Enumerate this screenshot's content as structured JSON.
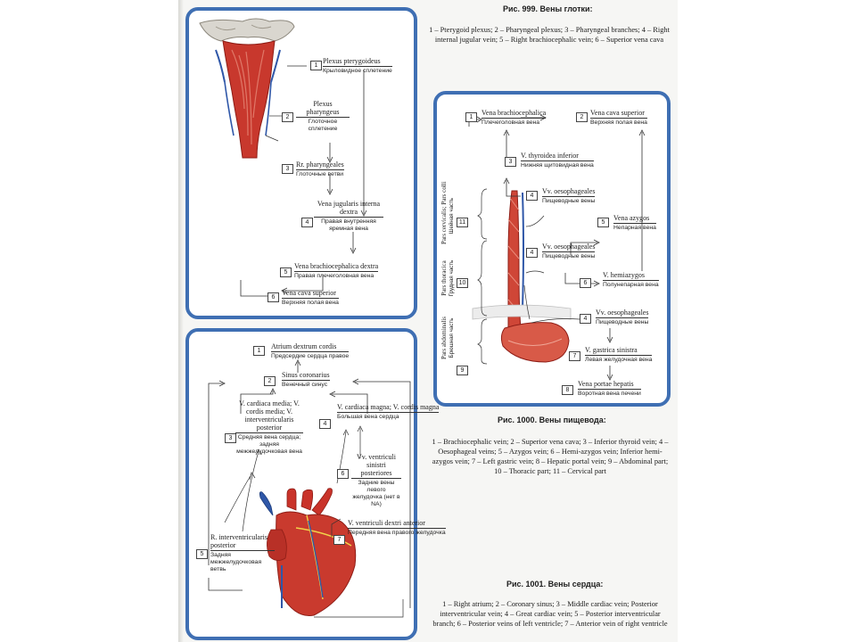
{
  "fig999": {
    "title": "Рис. 999. Вены глотки:",
    "text": "1 – Pterygoid plexus; 2 – Pharyngeal plexus; 3 – Pharyngeal branches; 4 – Right internal jugular vein; 5 – Right brachiocephalic vein; 6 – Superior vena cava",
    "labels": [
      {
        "n": "1",
        "lat": "Plexus pterygoideus",
        "rus": "Крыловидное сплетение"
      },
      {
        "n": "2",
        "lat": "Plexus pharyngeus",
        "rus": "Глоточное сплетение"
      },
      {
        "n": "3",
        "lat": "Rr. pharyngeales",
        "rus": "Глоточные ветви"
      },
      {
        "n": "4",
        "lat": "Vena jugularis interna dextra",
        "rus": "Правая внутренняя яремная вена"
      },
      {
        "n": "5",
        "lat": "Vena brachiocephalica dextra",
        "rus": "Правая плечеголовная вена"
      },
      {
        "n": "6",
        "lat": "Vena cava superior",
        "rus": "Верхняя полая вена"
      }
    ]
  },
  "fig1000": {
    "title": "Рис. 1000. Вены пищевода:",
    "text": "1 – Brachiocephalic vein; 2 – Superior vena cava; 3 – Inferior thyroid vein; 4 – Oesophageal veins; 5 – Azygos vein; 6 – Hemi-azygos vein; Inferior hemi-azygos vein; 7 – Left gastric vein; 8 – Hepatic portal vein; 9 – Abdominal part; 10 – Thoracic part; 11 – Cervical part",
    "labels": [
      {
        "n": "1",
        "lat": "Vena brachiocephalica",
        "rus": "Плечеголовная вена"
      },
      {
        "n": "2",
        "lat": "Vena cava superior",
        "rus": "Верхняя полая вена"
      },
      {
        "n": "3",
        "lat": "V. thyroidea inferior",
        "rus": "Нижняя щитовидная вена"
      },
      {
        "n": "4",
        "lat": "Vv. oesophageales",
        "rus": "Пищеводные вены"
      },
      {
        "n": "5",
        "lat": "Vena azygos",
        "rus": "Непарная вена"
      },
      {
        "n": "6",
        "lat": "V. hemiazygos",
        "rus": "Полунепарная вена"
      },
      {
        "n": "7",
        "lat": "V. gastrica sinistra",
        "rus": "Левая желудочная вена"
      },
      {
        "n": "8",
        "lat": "Vena portae hepatis",
        "rus": "Воротная вена печени"
      }
    ],
    "parts": [
      {
        "n": "11",
        "lat": "Pars cervicalis; Pars colli",
        "rus": "Шейная часть"
      },
      {
        "n": "10",
        "lat": "Pars thoracica",
        "rus": "Грудная часть"
      },
      {
        "n": "9",
        "lat": "Pars abdominalis",
        "rus": "Брюшная часть"
      }
    ]
  },
  "fig1001": {
    "title": "Рис. 1001. Вены сердца:",
    "text": "1 – Right atrium; 2 – Coronary sinus; 3 – Middle cardiac vein; Posterior interventricular vein; 4 – Great cardiac vein; 5 – Posterior interventricular branch; 6 – Posterior veins of left ventricle; 7 – Anterior vein of right ventricle",
    "labels": [
      {
        "n": "1",
        "lat": "Atrium dextrum cordis",
        "rus": "Предсердие сердца правое"
      },
      {
        "n": "2",
        "lat": "Sinus coronarius",
        "rus": "Венечный синус"
      },
      {
        "n": "3",
        "lat": "V. cardiaca media; V. cordis media; V. interventricularis posterior",
        "rus": "Средняя вена сердца; задняя межжелудочковая вена"
      },
      {
        "n": "4",
        "lat": "V. cardiaca magna; V. cordis magna",
        "rus": "Большая вена сердца"
      },
      {
        "n": "5",
        "lat": "R. interventricularis posterior",
        "rus": "Задняя межжелудочковая ветвь"
      },
      {
        "n": "6",
        "lat": "Vv. ventriculi sinistri posteriores",
        "rus": "Задние вены левого желудочка (нет в NA)"
      },
      {
        "n": "7",
        "lat": "V. ventriculi dextri anterior",
        "rus": "Передняя вена правого желудочка"
      }
    ]
  }
}
